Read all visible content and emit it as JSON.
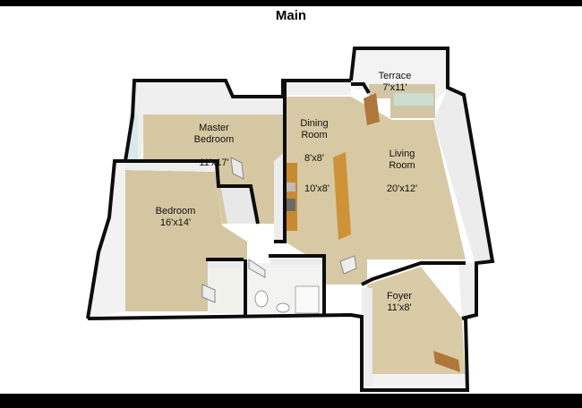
{
  "title": "Main",
  "rooms": [
    {
      "id": "terrace",
      "name": "Terrace",
      "size": "7'x11'"
    },
    {
      "id": "master-bedroom",
      "name": "Master\nBedroom",
      "size": "11'x17'"
    },
    {
      "id": "dining-room",
      "name": "Dining\nRoom",
      "size": "8'x8'"
    },
    {
      "id": "living-room",
      "name": "Living\nRoom",
      "size": "20'x12'"
    },
    {
      "id": "kitchen",
      "name": "",
      "size": "10'x8'"
    },
    {
      "id": "bedroom",
      "name": "Bedroom",
      "size": "16'x14'"
    },
    {
      "id": "foyer",
      "name": "Foyer",
      "size": "11'x8'"
    }
  ],
  "colors": {
    "floor": "#d6c8a2",
    "wall_top": "#0d0d0d",
    "wall_face": "#f4f4f4",
    "wall_shadow": "#cfcfcf",
    "counter": "#c98a2c",
    "door": "#b0763a",
    "glass": "#c9e8e6"
  }
}
